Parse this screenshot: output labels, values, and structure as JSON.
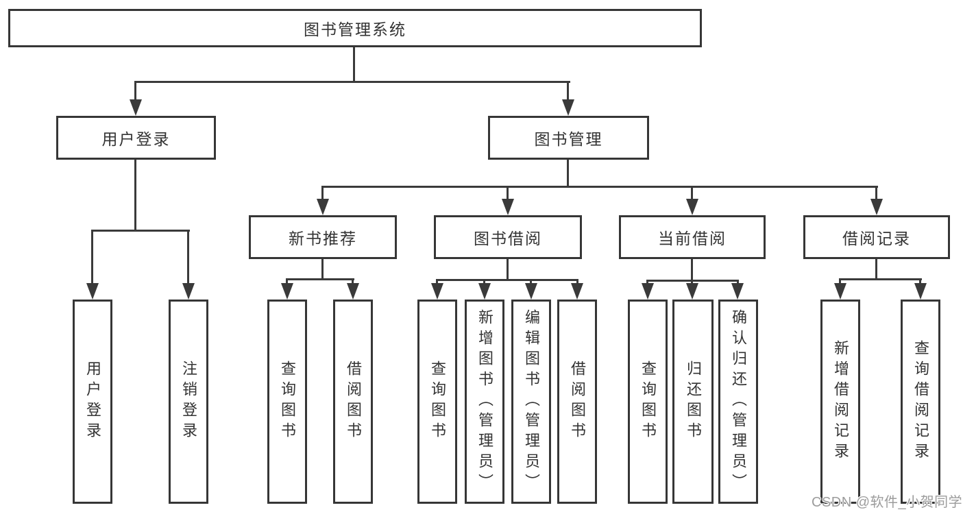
{
  "tree": {
    "root": {
      "label": "图书管理系统"
    },
    "level2": [
      {
        "id": "user-login",
        "label": "用户登录",
        "leaves": [
          {
            "label": "用户登录"
          },
          {
            "label": "注销登录"
          }
        ]
      },
      {
        "id": "book-management",
        "label": "图书管理",
        "groups": [
          {
            "id": "new-book-recommend",
            "label": "新书推荐",
            "leaves": [
              {
                "label": "查询图书"
              },
              {
                "label": "借阅图书"
              }
            ]
          },
          {
            "id": "book-borrowing",
            "label": "图书借阅",
            "leaves": [
              {
                "label": "查询图书"
              },
              {
                "label": "新增图书（管理员）"
              },
              {
                "label": "编辑图书（管理员）"
              },
              {
                "label": "借阅图书"
              }
            ]
          },
          {
            "id": "current-borrowing",
            "label": "当前借阅",
            "leaves": [
              {
                "label": "查询图书"
              },
              {
                "label": "归还图书"
              },
              {
                "label": "确认归还（管理员）"
              }
            ]
          },
          {
            "id": "borrowing-records",
            "label": "借阅记录",
            "leaves": [
              {
                "label": "新增借阅记录"
              },
              {
                "label": "查询借阅记录"
              }
            ]
          }
        ]
      }
    ]
  },
  "watermark": {
    "text": "CSDN @软件_小贺同学"
  },
  "colors": {
    "line": "#3a3a3a",
    "border": "#363636",
    "text": "#333333",
    "background": "#ffffff",
    "watermark": "#9c9c9c"
  }
}
